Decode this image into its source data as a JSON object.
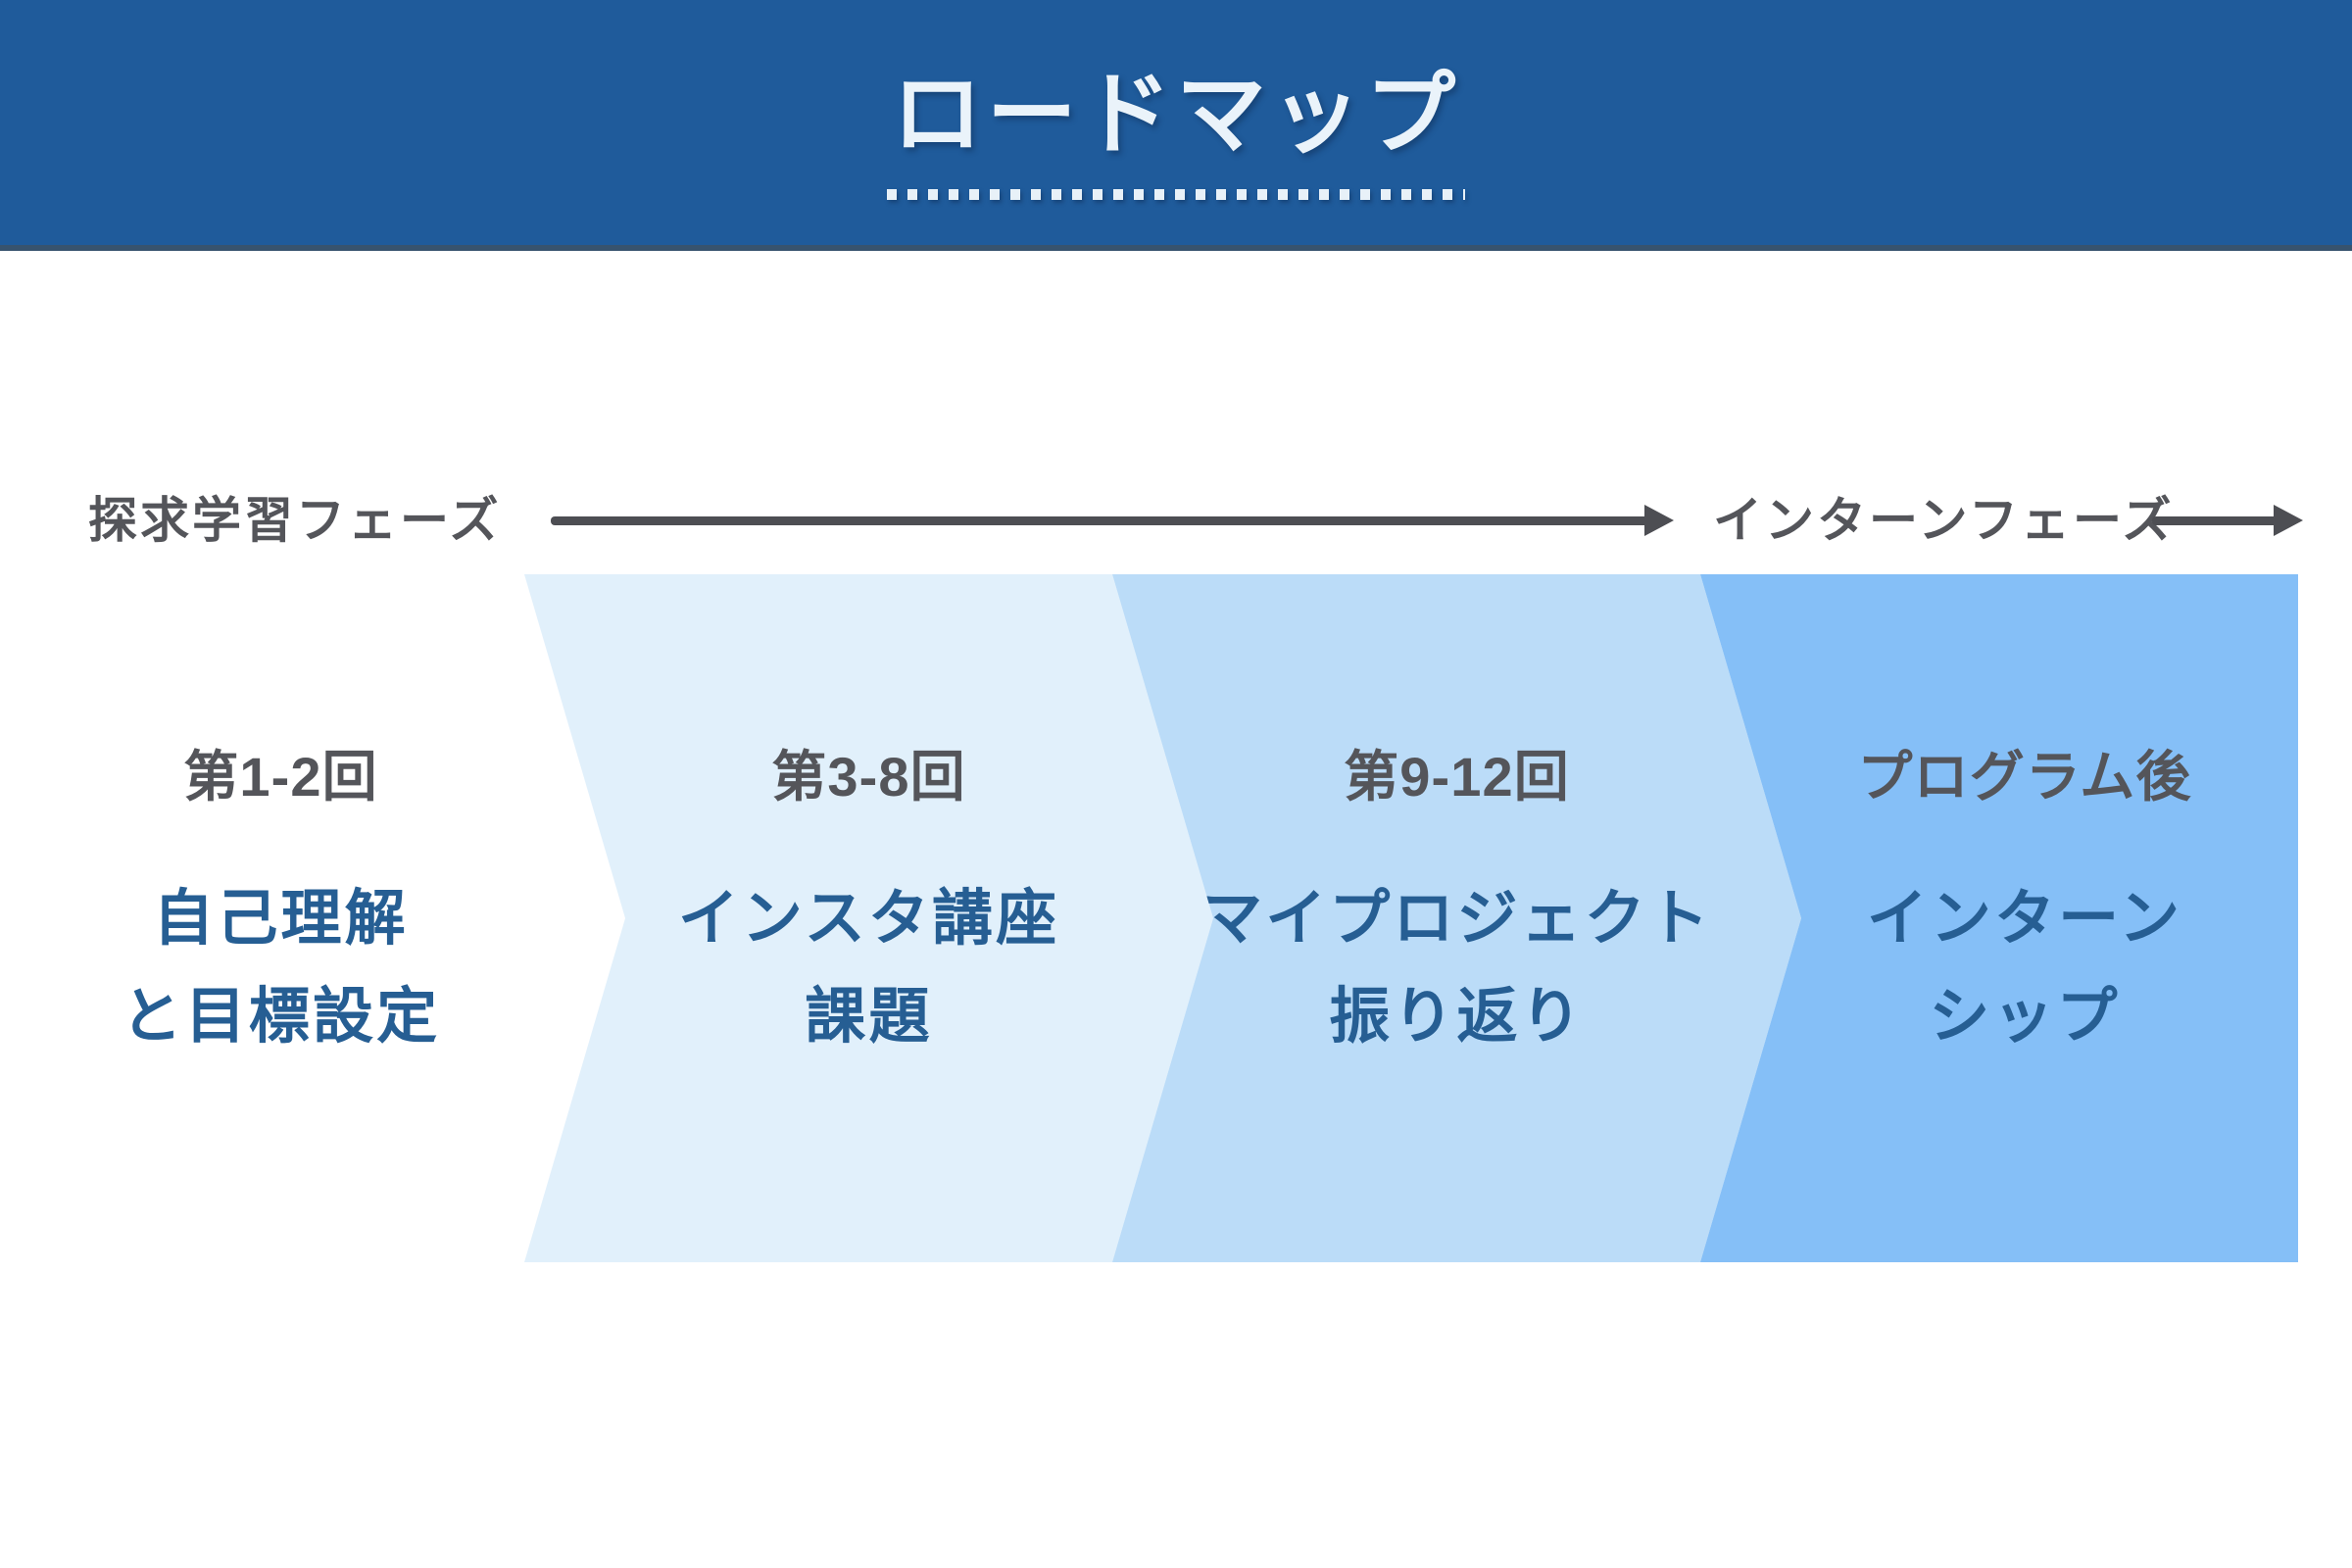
{
  "header": {
    "title": "ロードマップ",
    "bg_color": "#1F5B9B",
    "border_color": "#37536E",
    "title_color": "#EAF3FA"
  },
  "phase_axis": {
    "left_label": "探求学習フェーズ",
    "right_label": "インターンフェーズ",
    "arrow_color": "#4D4E53",
    "label_color": "#54555A"
  },
  "roadmap": {
    "round_label_color": "#54555A",
    "step_title_color": "#265E93",
    "steps": [
      {
        "round": "第1-2回",
        "title_lines": [
          "自己理解",
          "と目標設定"
        ],
        "fill": "#FFFFFF"
      },
      {
        "round": "第3-8回",
        "title_lines": [
          "インスタ講座",
          "課題"
        ],
        "fill": "#E1F0FB"
      },
      {
        "round": "第9-12回",
        "title_lines": [
          "マイプロジェクト",
          "振り返り"
        ],
        "fill": "#BBDCF8"
      },
      {
        "round": "プログラム後",
        "title_lines": [
          "インターン",
          "シップ"
        ],
        "fill": "#85BFF7"
      }
    ]
  }
}
